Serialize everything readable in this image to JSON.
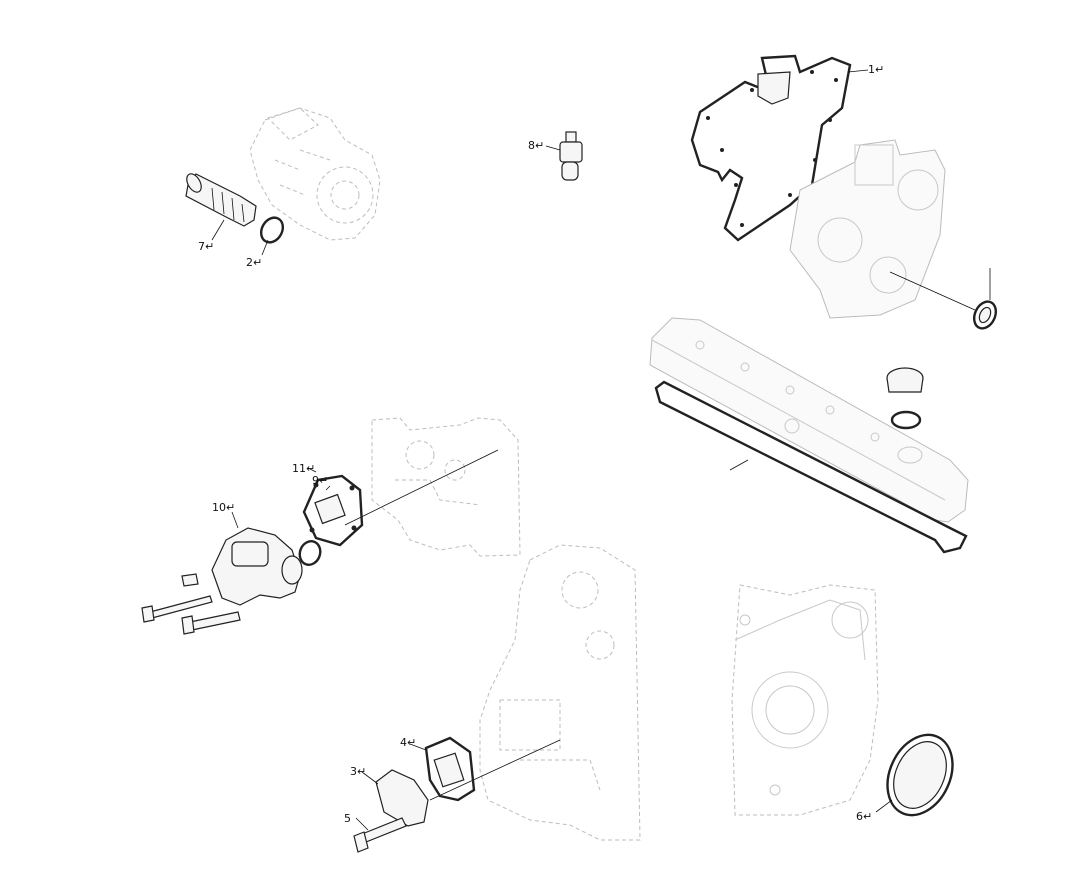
{
  "callouts": [
    {
      "id": "1",
      "text": "1↵"
    },
    {
      "id": "2",
      "text": "2↵"
    },
    {
      "id": "3",
      "text": "3↵"
    },
    {
      "id": "4",
      "text": "4↵"
    },
    {
      "id": "5",
      "text": "5"
    },
    {
      "id": "6",
      "text": "6↵"
    },
    {
      "id": "7",
      "text": "7↵"
    },
    {
      "id": "8",
      "text": "8↵"
    },
    {
      "id": "9",
      "text": "9↵"
    },
    {
      "id": "10",
      "text": "10↵"
    },
    {
      "id": "11",
      "text": "11↵"
    }
  ],
  "colors": {
    "line": "#222222",
    "ghost": "#bdbdbd",
    "background": "#ffffff"
  }
}
